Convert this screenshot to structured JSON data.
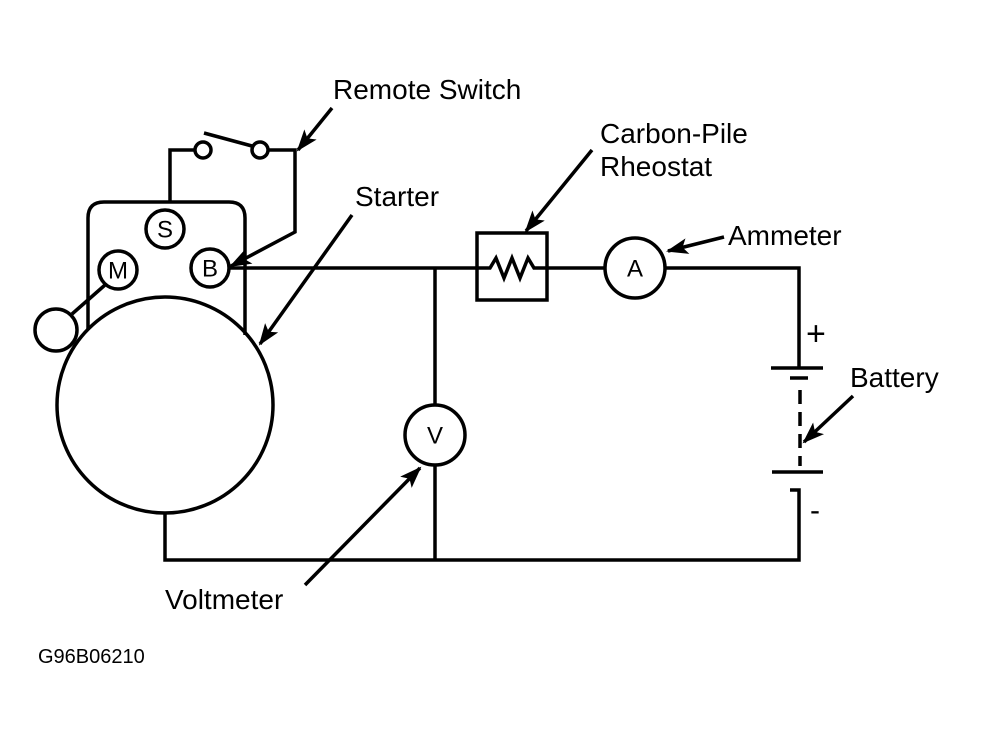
{
  "labels": {
    "remote_switch": "Remote Switch",
    "carbon_pile_line1": "Carbon-Pile",
    "carbon_pile_line2": "Rheostat",
    "starter": "Starter",
    "ammeter": "Ammeter",
    "battery": "Battery",
    "voltmeter": "Voltmeter",
    "figure_id": "G96B06210"
  },
  "terminals": {
    "s": "S",
    "m": "M",
    "b": "B"
  },
  "meters": {
    "ammeter": "A",
    "voltmeter": "V"
  },
  "polarity": {
    "positive": "+",
    "negative": "-"
  }
}
